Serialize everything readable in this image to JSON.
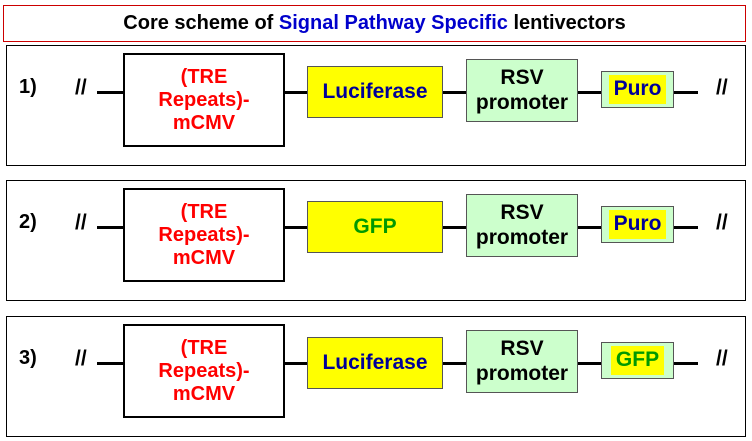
{
  "title": {
    "part1": "Core scheme of ",
    "highlight": "Signal Pathway Specific",
    "part2": " lentivectors"
  },
  "colors": {
    "title_highlight": "#0000cc",
    "promoter_text": "#ff0000",
    "gene_box_fill": "#ffff00",
    "rsv_box_fill": "#ccffcc",
    "text_blue": "#000099",
    "text_green": "#009900"
  },
  "constructs": [
    {
      "number": "1)",
      "left_cut": "//",
      "promoter_lines": [
        "(TRE",
        "Repeats)-",
        "mCMV"
      ],
      "reporter": {
        "label": "Luciferase",
        "color": "#000099"
      },
      "rsv_lines": [
        "RSV",
        "promoter"
      ],
      "marker": {
        "label": "Puro",
        "color": "#000099"
      },
      "right_cut": "//"
    },
    {
      "number": "2)",
      "left_cut": "//",
      "promoter_lines": [
        "(TRE",
        "Repeats)-",
        "mCMV"
      ],
      "reporter": {
        "label": "GFP",
        "color": "#009900"
      },
      "rsv_lines": [
        "RSV",
        "promoter"
      ],
      "marker": {
        "label": "Puro",
        "color": "#000099"
      },
      "right_cut": "//"
    },
    {
      "number": "3)",
      "left_cut": "//",
      "promoter_lines": [
        "(TRE",
        "Repeats)-",
        "mCMV"
      ],
      "reporter": {
        "label": "Luciferase",
        "color": "#000099"
      },
      "rsv_lines": [
        "RSV",
        "promoter"
      ],
      "marker": {
        "label": "GFP",
        "color": "#009900"
      },
      "right_cut": "//"
    }
  ]
}
